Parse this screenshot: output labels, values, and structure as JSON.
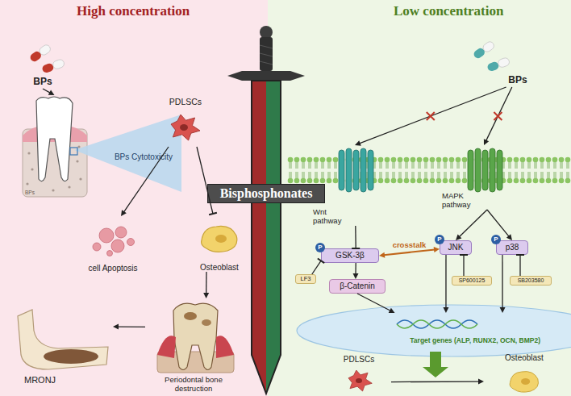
{
  "diagram": {
    "nodes": [
      {
        "text": [
          "Bisphosphonates"
        ]
      },
      {
        "text": [
          "BPs"
        ]
      },
      {
        "text": [
          "BPs"
        ]
      },
      {
        "text": [
          "BPs Cytotoxicity"
        ]
      },
      {
        "text": [
          "PDLSCs"
        ]
      },
      {
        "text": [
          "cell Apoptosis"
        ]
      },
      {
        "text": [
          "Osteoblast"
        ]
      },
      {
        "text": [
          "Periodontal bone destruction"
        ]
      },
      {
        "text": [
          "MRONJ"
        ]
      },
      {
        "text": [
          "BPs"
        ]
      },
      {
        "text": [
          "Wnt pathway"
        ]
      },
      {
        "text": [
          "MAPK pathway"
        ]
      },
      {
        "text": [
          "GSK-3β"
        ]
      },
      {
        "text": [
          "LF3"
        ]
      },
      {
        "text": [
          "β-Catenin"
        ]
      },
      {
        "text": [
          "JNK"
        ]
      },
      {
        "text": [
          "p38"
        ]
      },
      {
        "text": [
          "SP600125"
        ]
      },
      {
        "text": [
          "SB203580"
        ]
      },
      {
        "text": [
          "Target genes (ALP, RUNX2, OCN, BMP2)"
        ]
      },
      {
        "text": [
          "PDLSCs"
        ]
      },
      {
        "text": [
          "Osteoblast"
        ]
      }
    ],
    "edges": [
      {
        "from": 1,
        "to": 2,
        "arrow": "to"
      },
      {
        "from": 4,
        "to": 5,
        "arrow": "to"
      },
      {
        "from": 4,
        "to": 6,
        "arrow": "to"
      },
      {
        "from": 6,
        "to": 7,
        "arrow": "to"
      },
      {
        "from": 7,
        "to": 8,
        "arrow": "to"
      },
      {
        "from": 9,
        "to": 10,
        "arrow": "to"
      },
      {
        "from": 9,
        "to": 11,
        "arrow": "to"
      },
      {
        "from": 10,
        "to": 12,
        "arrow": "to"
      },
      {
        "from": 12,
        "to": 14,
        "arrow": "to"
      },
      {
        "from": 12,
        "to": 15,
        "label": "crosstalk",
        "arrow": "both"
      },
      {
        "from": 11,
        "to": 15,
        "arrow": "to"
      },
      {
        "from": 11,
        "to": 16,
        "arrow": "to"
      },
      {
        "from": 13,
        "to": 12,
        "arrow": "to"
      },
      {
        "from": 17,
        "to": 15,
        "arrow": "to"
      },
      {
        "from": 18,
        "to": 16,
        "arrow": "to"
      },
      {
        "from": 14,
        "to": 19,
        "arrow": "to"
      },
      {
        "from": 15,
        "to": 19,
        "arrow": "to"
      },
      {
        "from": 16,
        "to": 19,
        "arrow": "to"
      },
      {
        "from": 20,
        "to": 21,
        "arrow": "to"
      }
    ],
    "labels": [
      "High concentration",
      "Low concentration",
      "P",
      "P",
      "P"
    ]
  }
}
